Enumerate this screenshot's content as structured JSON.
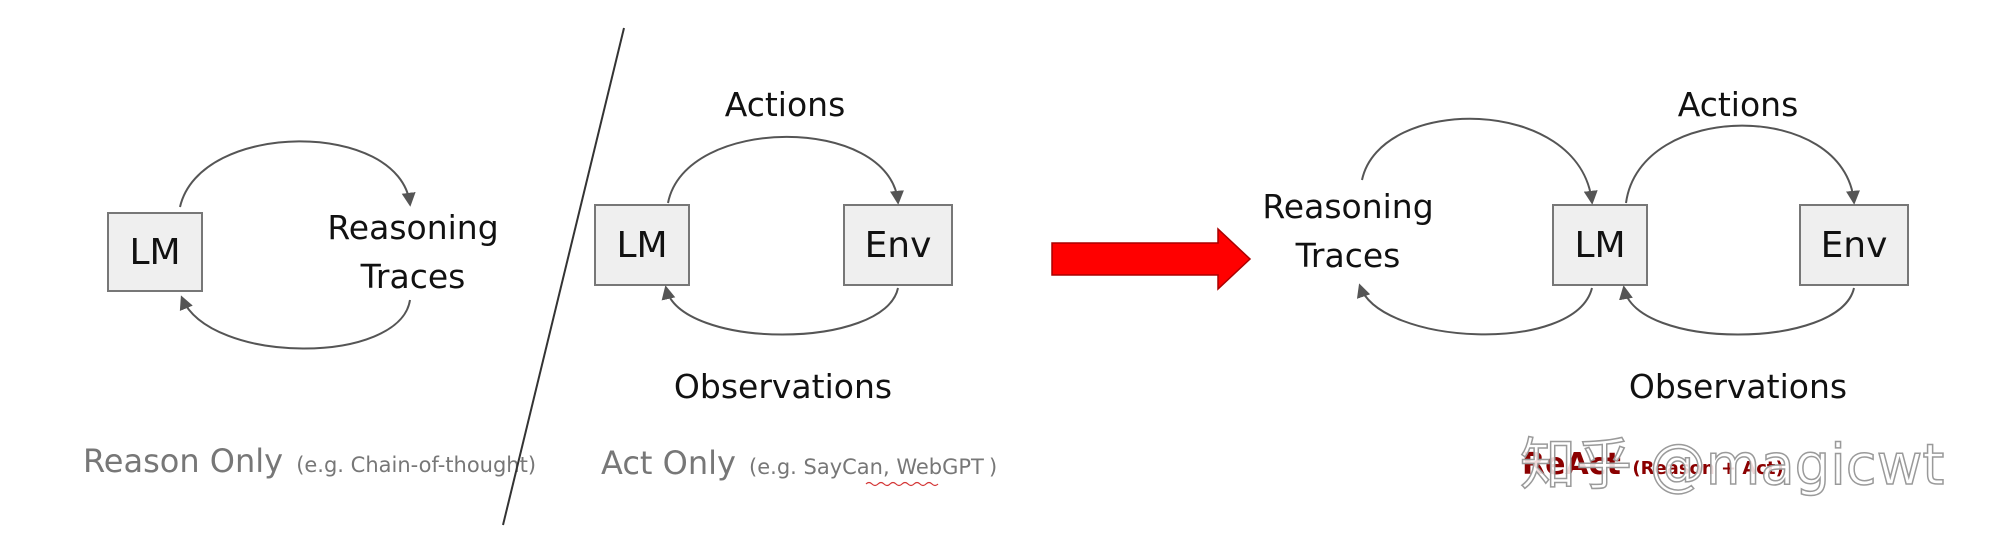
{
  "colors": {
    "arrow": "#ff0000",
    "react_title": "#8b0000"
  },
  "panels": {
    "reason_only": {
      "lm": "LM",
      "reasoning": [
        "Reasoning",
        "Traces"
      ],
      "caption_main": "Reason Only",
      "caption_sub": "(e.g. Chain-of-thought)"
    },
    "act_only": {
      "lm": "LM",
      "env": "Env",
      "actions": "Actions",
      "observations": "Observations",
      "caption_main": "Act Only",
      "caption_sub_prefix": "(e.g. SayCan, ",
      "caption_sub_link": "WebGPT",
      "caption_sub_suffix": ")"
    },
    "react": {
      "reasoning": [
        "Reasoning",
        "Traces"
      ],
      "lm": "LM",
      "env": "Env",
      "actions": "Actions",
      "observations": "Observations",
      "caption_main": "ReAct",
      "caption_sub": "(Reason + Act)"
    }
  },
  "watermark": "知乎 @magicwt",
  "icons": {
    "transition_arrow": "right-arrow-icon"
  }
}
